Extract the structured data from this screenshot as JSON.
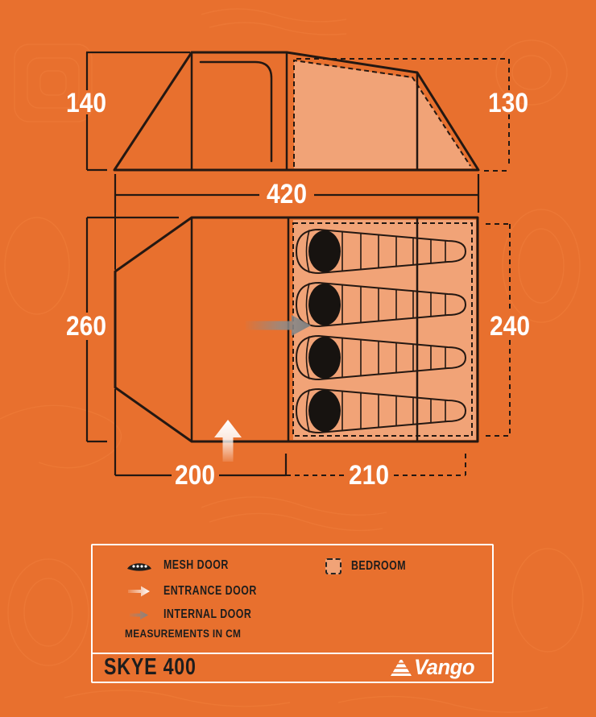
{
  "colors": {
    "background": "#e8702e",
    "pattern": "#f2823f",
    "line": "#241812",
    "bedroom_fill": "#f1a377",
    "bag_head": "#171310",
    "internal_arrow": "#8d8d8d",
    "legend_text": "#1d1d1d",
    "dim_text": "#ffffff"
  },
  "side_view": {
    "dim_height_left": "140",
    "dim_height_right": "130",
    "dim_width": "420"
  },
  "floor_plan": {
    "dim_depth_left": "260",
    "dim_depth_right": "240",
    "dim_width_left": "200",
    "dim_width_right": "210",
    "bed_count": 4
  },
  "legend": {
    "items": [
      {
        "icon": "mesh-door-icon",
        "label": "MESH DOOR"
      },
      {
        "icon": "entrance-door-icon",
        "label": "ENTRANCE DOOR"
      },
      {
        "icon": "internal-door-icon",
        "label": "INTERNAL DOOR"
      }
    ],
    "bedroom_label": "BEDROOM",
    "note": "MEASUREMENTS IN CM"
  },
  "footer": {
    "model_name": "SKYE",
    "model_number": "400",
    "brand": "Vango"
  }
}
